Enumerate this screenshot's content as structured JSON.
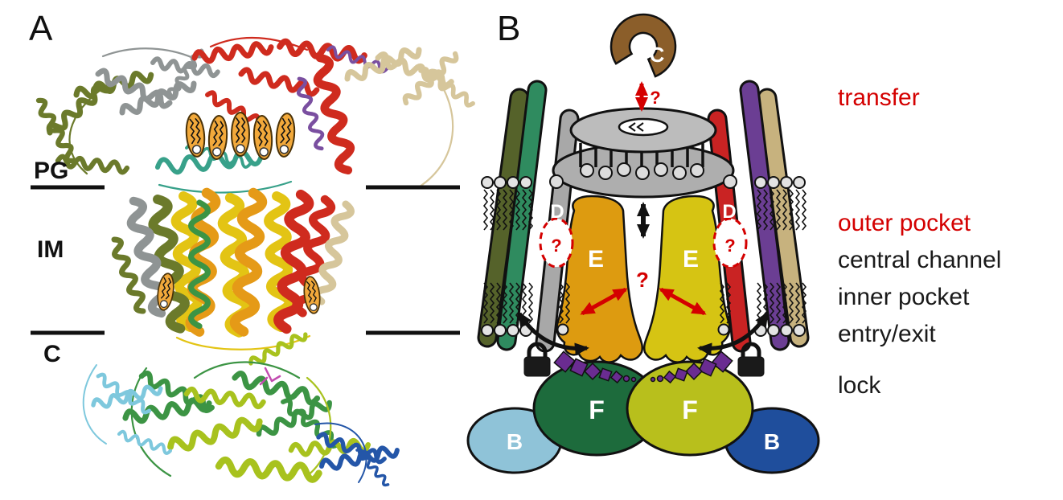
{
  "figure": {
    "panels": {
      "a": {
        "label": "A",
        "compartments": [
          {
            "id": "periplasm-peptidoglycan",
            "text": "PG"
          },
          {
            "id": "inner-membrane",
            "text": "IM"
          },
          {
            "id": "cytoplasm",
            "text": "C"
          }
        ]
      },
      "b": {
        "label": "B",
        "subunits": {
          "c_top": "C",
          "d_left": "D",
          "d_right": "D",
          "e_left": "E",
          "e_right": "E",
          "f_left": "F",
          "f_right": "F",
          "b_left": "B",
          "b_right": "B"
        },
        "uncertainty_marks": {
          "transfer": "?",
          "outer_pocket_left": "?",
          "outer_pocket_right": "?",
          "inner_pocket": "?"
        },
        "annotations": [
          {
            "text": "transfer",
            "color": "#d40000"
          },
          {
            "text": "outer pocket",
            "color": "#d40000"
          },
          {
            "text": "central channel",
            "color": "#1a1a1a"
          },
          {
            "text": "inner pocket",
            "color": "#1a1a1a"
          },
          {
            "text": "entry/exit",
            "color": "#1a1a1a"
          },
          {
            "text": "lock",
            "color": "#1a1a1a"
          }
        ]
      }
    },
    "colors": {
      "red_accent": "#d40000",
      "mlac_brown": "#8b5e2a",
      "mlad_gray": "#b3b3b3",
      "mlae_orange": "#dd9b10",
      "mlae_yellow": "#d6c413",
      "mlaf_green": "#1d6b3c",
      "mlaf_yellow_green": "#b8bf1c",
      "mlab_light_blue": "#8fc3d8",
      "mlab_dark_blue": "#1f4e9c",
      "lipid_purple": "#6a2c91",
      "membrane_line_black": "#111111"
    }
  }
}
